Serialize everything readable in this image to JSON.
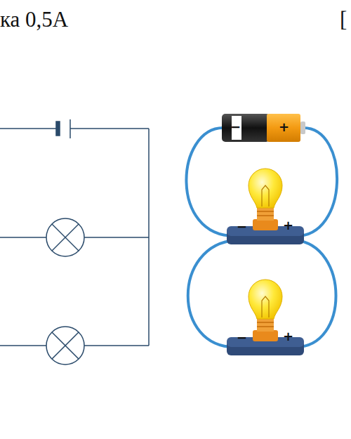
{
  "diagram": {
    "labels": [
      "ка 0,5А",
      "[",
      "−",
      "+",
      "−",
      "+",
      "−",
      "+"
    ]
  }
}
